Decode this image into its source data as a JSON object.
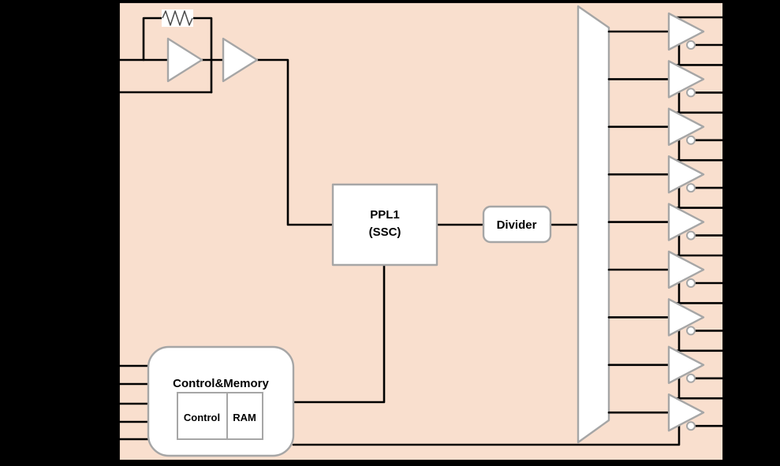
{
  "diagram": {
    "blocks": {
      "pll": {
        "line1": "PPL1",
        "line2": "(SSC)"
      },
      "divider": {
        "label": "Divider"
      },
      "control_memory": {
        "title": "Control&Memory",
        "sub_blocks": [
          {
            "label": "Control"
          },
          {
            "label": "RAM"
          }
        ]
      }
    },
    "components": {
      "crystal_oscillator": [
        "resistor-icon",
        "amplifier-icon",
        "amplifier-icon"
      ],
      "mux": "mux-trapezoid",
      "output_buffers": "inverting-and-true-output-buffer"
    },
    "outputs": {
      "buffer_count": 9,
      "right_edge_pin_count": 18
    },
    "inputs": {
      "left_top_pin_count": 2,
      "left_bottom_pin_count": 5
    },
    "colors": {
      "outside": "#000000",
      "die_fill": "#F9DFCE",
      "wire": "#000000",
      "block_fill": "#FFFFFF",
      "block_border": "#A6A6A6"
    }
  }
}
